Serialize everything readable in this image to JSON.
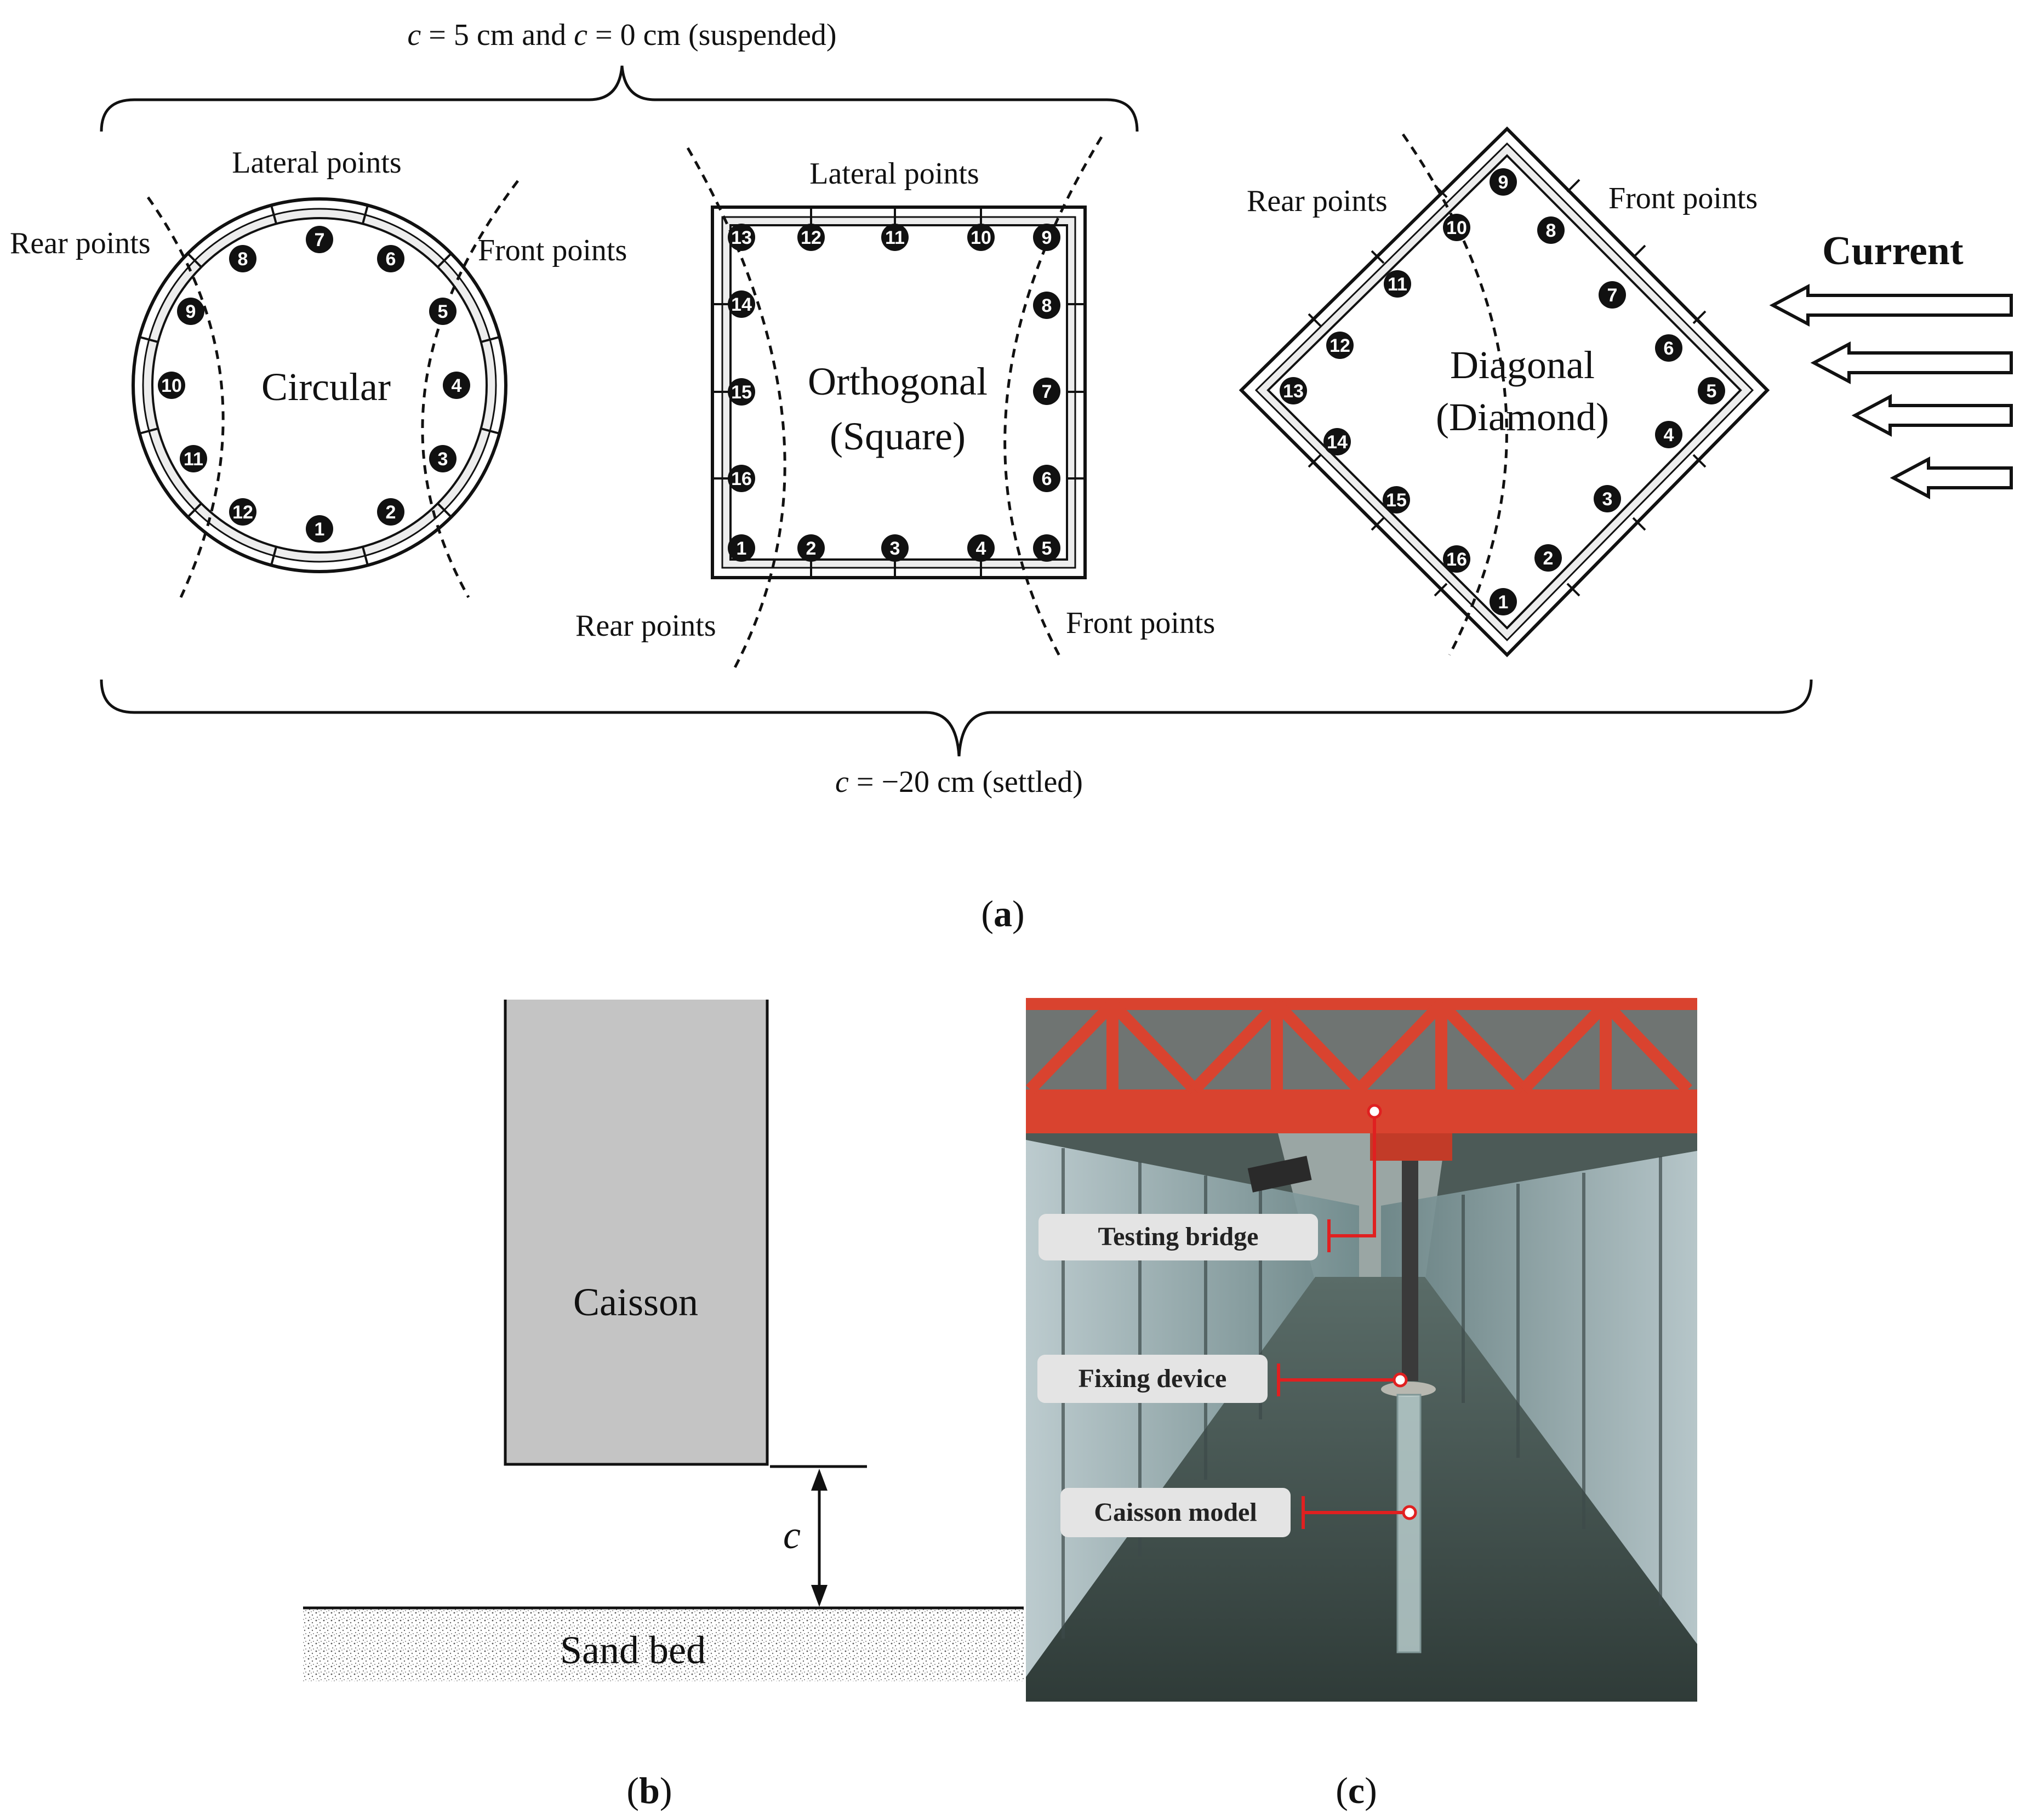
{
  "panel_a": {
    "top_bracket_label_parts": [
      "c",
      " = 5 cm and ",
      "c",
      " = 0 cm (suspended)"
    ],
    "bottom_bracket_label_parts": [
      "c",
      " = −20 cm (settled)"
    ],
    "circular": {
      "name": "Circular",
      "rear_label": "Rear points",
      "lateral_label": "Lateral points",
      "front_label": "Front points",
      "points": [
        "1",
        "2",
        "3",
        "4",
        "5",
        "6",
        "7",
        "8",
        "9",
        "10",
        "11",
        "12"
      ]
    },
    "square": {
      "name_line1": "Orthogonal",
      "name_line2": "(Square)",
      "lateral_label": "Lateral points",
      "rear_label": "Rear points",
      "front_label": "Front points",
      "points": [
        "1",
        "2",
        "3",
        "4",
        "5",
        "6",
        "7",
        "8",
        "9",
        "10",
        "11",
        "12",
        "13",
        "14",
        "15",
        "16"
      ]
    },
    "diamond": {
      "name_line1": "Diagonal",
      "name_line2": "(Diamond)",
      "rear_label": "Rear points",
      "front_label": "Front points",
      "points": [
        "1",
        "2",
        "3",
        "4",
        "5",
        "6",
        "7",
        "8",
        "9",
        "10",
        "11",
        "12",
        "13",
        "14",
        "15",
        "16"
      ]
    },
    "current_label": "Current",
    "caption": {
      "open": "(",
      "letter": "a",
      "close": ")"
    }
  },
  "panel_b": {
    "caisson_label": "Caisson",
    "gap_label": "c",
    "sand_label": "Sand bed",
    "caption": {
      "open": "(",
      "letter": "b",
      "close": ")"
    }
  },
  "panel_c": {
    "labels": {
      "testing_bridge": "Testing bridge",
      "fixing_device": "Fixing device",
      "caisson_model": "Caisson model"
    },
    "caption": {
      "open": "(",
      "letter": "c",
      "close": ")"
    }
  },
  "colors": {
    "truss": "#d9432f",
    "marker": "#e02020",
    "water": "#3c4a46",
    "caisson_fill": "#c4c4c4"
  }
}
